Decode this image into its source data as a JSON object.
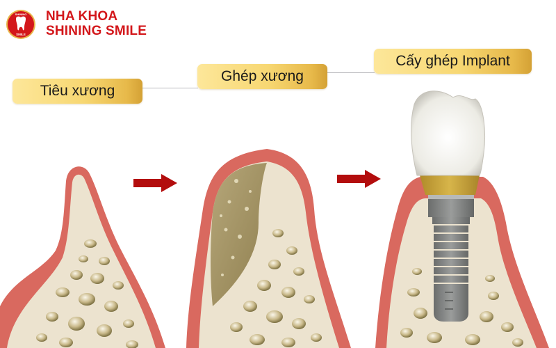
{
  "brand": {
    "line1": "NHA KHOA",
    "line2": "SHINING SMILE",
    "logo_icon": "tooth-icon",
    "logo_top_text": "SHINING",
    "logo_bottom_text": "SMILE",
    "color": "#d3171b"
  },
  "stages": [
    {
      "label": "Tiêu xương",
      "description": "bone-loss"
    },
    {
      "label": "Ghép xương",
      "description": "bone-graft"
    },
    {
      "label": "Cấy ghép Implant",
      "description": "implant-placement"
    }
  ],
  "arrows": [
    {
      "icon": "arrow-right-icon",
      "color": "#b30d0d"
    },
    {
      "icon": "arrow-right-icon",
      "color": "#b30d0d"
    }
  ],
  "colors": {
    "gum": "#d9695f",
    "bone": "#ece3cf",
    "graft": "#a99a6a",
    "label_gold": "#f5d46a",
    "implant_metal": "#7d7f7f",
    "abutment_gold": "#c9a53a",
    "crown": "#f3f1ec"
  }
}
